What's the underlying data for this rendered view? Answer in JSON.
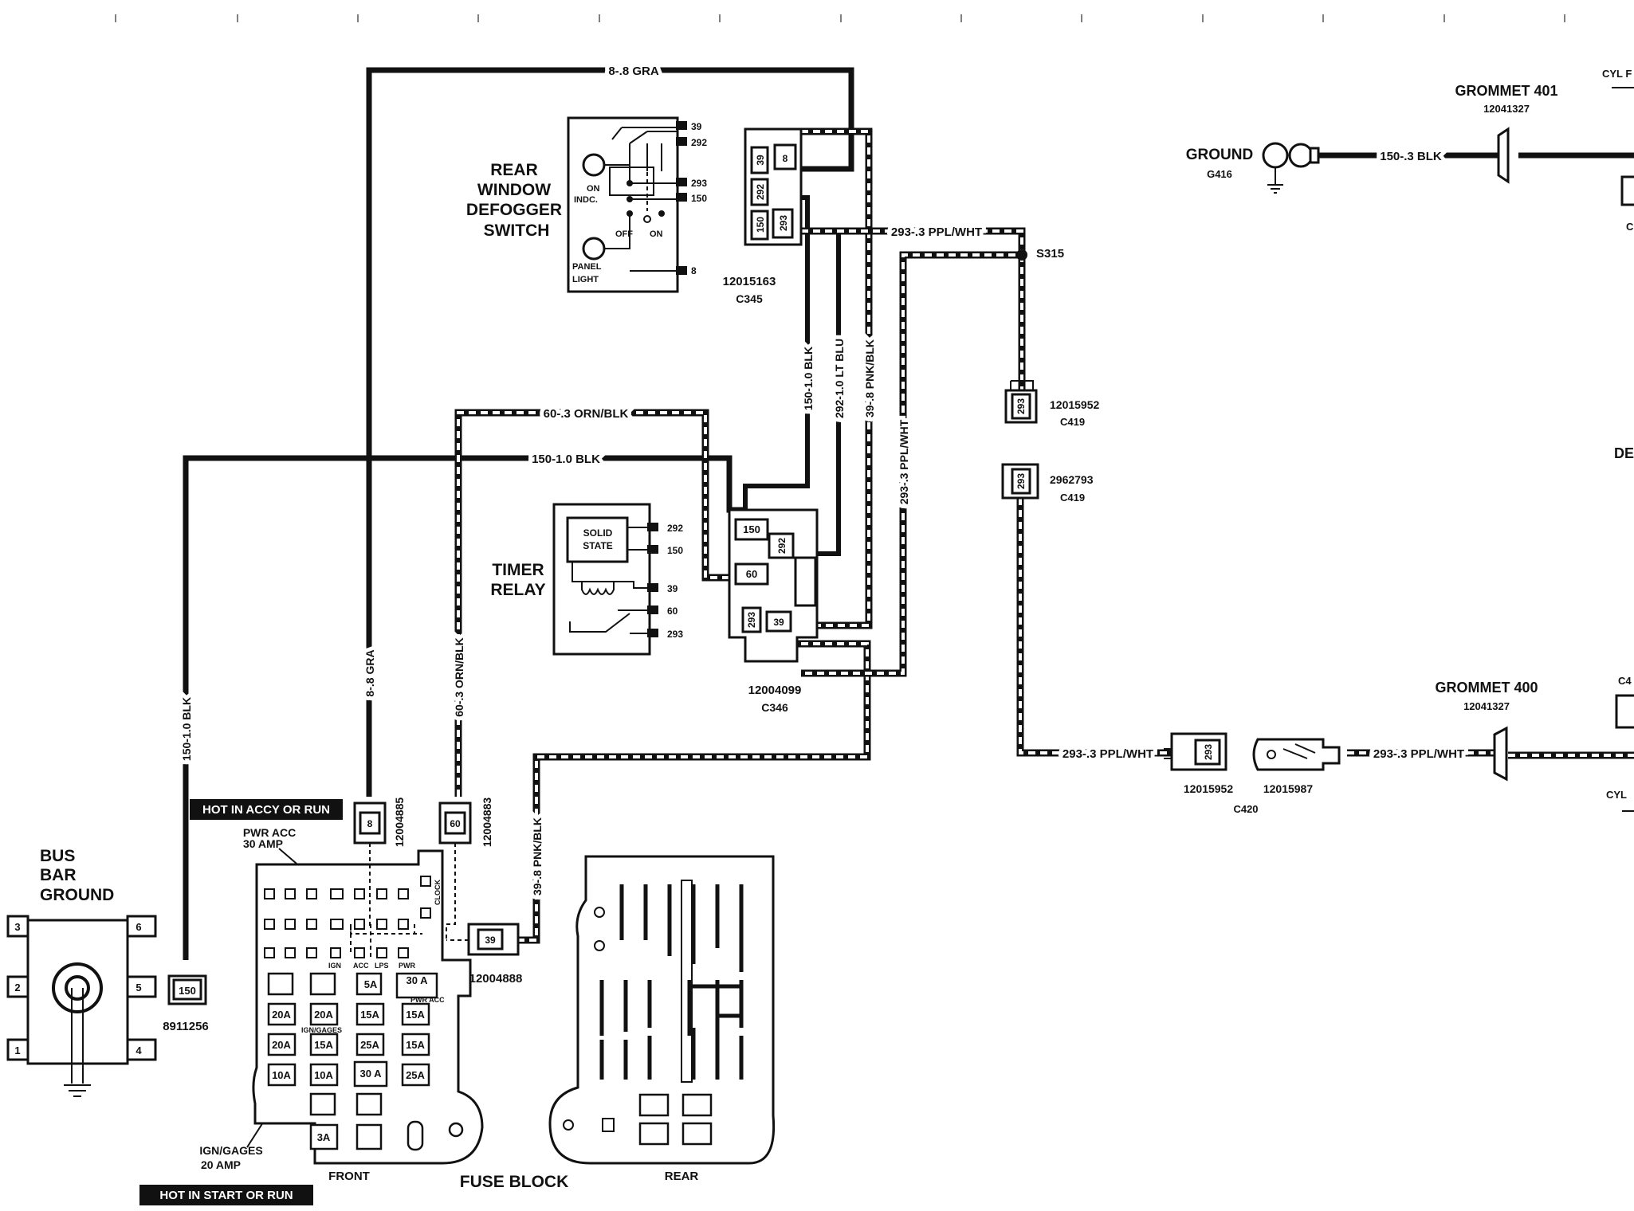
{
  "wires": {
    "gra_top": "8-.8 GRA",
    "gra_vert": "8-.8 GRA",
    "orn_top": "60-.3 ORN/BLK",
    "orn_vert": "60-.3 ORN/BLK",
    "blk_top": "150-1.0 BLK",
    "blk_vert_left": "150-1.0 BLK",
    "blk_vert_mid": "150-1.0 BLK",
    "ltblu_vert": "292-1.0 LT BLU",
    "pnk_vert_mid": "39-.8 PNK/BLK",
    "pnk_vert_low": "39-.8 PNK/BLK",
    "ppl_top": "293-.3 PPL/WHT",
    "ppl_vert": "293-.3 PPL/WHT",
    "ppl_bottom_left": "293-.3 PPL/WHT",
    "ppl_bottom_right": "293-.3 PPL/WHT",
    "ground_blk": "150-.3 BLK"
  },
  "switch": {
    "title_line1": "REAR",
    "title_line2": "WINDOW",
    "title_line3": "DEFOGGER",
    "title_line4": "SWITCH",
    "on_indc_1": "ON",
    "on_indc_2": "INDC.",
    "off": "OFF",
    "on": "ON",
    "panel": "PANEL",
    "light": "LIGHT",
    "pins": [
      "39",
      "292",
      "293",
      "150",
      "8"
    ]
  },
  "c345": {
    "pins": [
      "39",
      "8",
      "292",
      "150",
      "293"
    ],
    "part": "12015163",
    "id": "C345"
  },
  "timer": {
    "title_line1": "TIMER",
    "title_line2": "RELAY",
    "solid_1": "SOLID",
    "solid_2": "STATE",
    "pins": [
      "292",
      "150",
      "39",
      "60",
      "293"
    ]
  },
  "c346": {
    "pins": [
      "150",
      "292",
      "60",
      "293",
      "39"
    ],
    "part": "12004099",
    "id": "C346"
  },
  "s315": "S315",
  "c419_top": {
    "pin": "293",
    "part": "12015952",
    "id": "C419"
  },
  "c419_bottom": {
    "pin": "293",
    "part": "2962793",
    "id": "C419"
  },
  "ground": {
    "label": "GROUND",
    "id": "G416"
  },
  "grommet401": {
    "label": "GROMMET 401",
    "part": "12041327"
  },
  "grommet400": {
    "label": "GROMMET 400",
    "part": "12041327"
  },
  "c420": {
    "pin": "293",
    "part_left": "12015952",
    "part_right": "12015987",
    "id": "C420"
  },
  "edge_labels": {
    "cyl_top": "CYL F",
    "c_top": "C",
    "de": "DE",
    "c4": "C4",
    "cyl_bottom": "CYL"
  },
  "bus_bar": {
    "title_line1": "BUS",
    "title_line2": "BAR",
    "title_line3": "GROUND",
    "terminals": [
      "3",
      "2",
      "1",
      "6",
      "5",
      "4"
    ],
    "connector_pin": "150",
    "connector_part": "8911256"
  },
  "fuse_block": {
    "hot_accy": "HOT IN ACCY OR RUN",
    "hot_start": "HOT IN START OR RUN",
    "pwr_acc_1": "PWR ACC",
    "pwr_acc_2": "30 AMP",
    "ign_gages_1": "IGN/GAGES",
    "ign_gages_2": "20 AMP",
    "conn_8_pin": "8",
    "conn_8_part": "12004885",
    "conn_60_pin": "60",
    "conn_60_part": "12004883",
    "conn_39_pin": "39",
    "conn_39_part": "12004888",
    "front": "FRONT",
    "title": "FUSE BLOCK",
    "rear": "REAR",
    "clock": "CLOCK",
    "fuse_labels": [
      "5A",
      "30 A",
      "20A",
      "20A",
      "15A",
      "15A",
      "20A",
      "15A",
      "25A",
      "15A",
      "10A",
      "10A",
      "30 A",
      "25A",
      "3A"
    ],
    "tiny_labels": [
      "IGN",
      "ACC",
      "LPS",
      "PWR",
      "PWR ACC",
      "IGN/GAGES"
    ]
  }
}
